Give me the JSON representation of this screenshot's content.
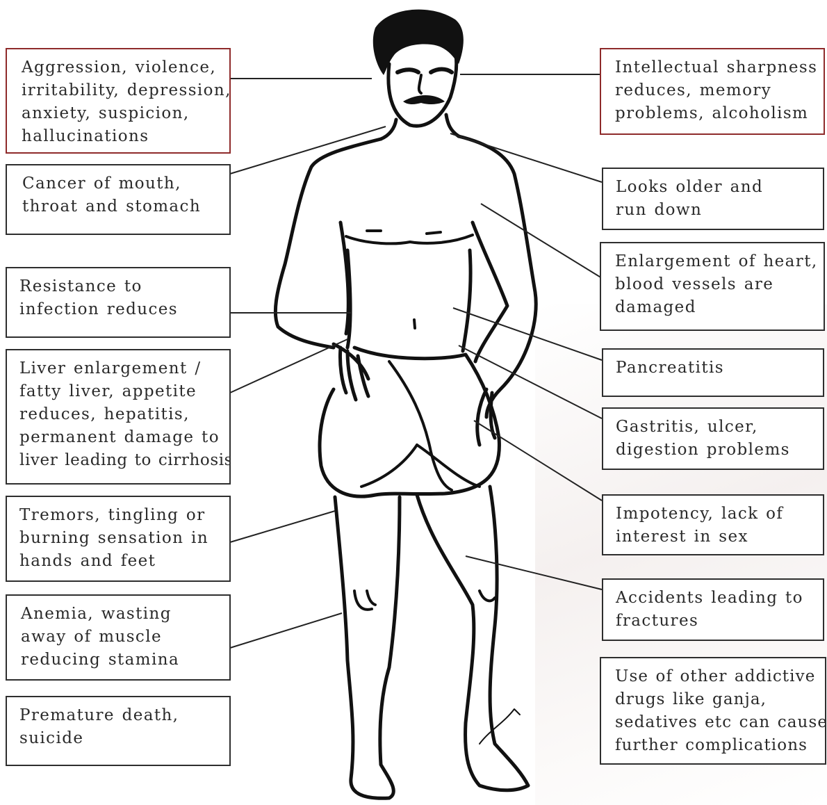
{
  "left_boxes": [
    {
      "lines": [
        "Aggression, violence,",
        "irritability, depression,",
        "anxiety, suspicion,",
        "hallucinations"
      ]
    },
    {
      "lines": [
        "Cancer of mouth,",
        "throat and stomach"
      ]
    },
    {
      "lines": [
        "Resistance to",
        "infection reduces"
      ]
    },
    {
      "lines": [
        "Liver enlargement /",
        "fatty liver, appetite",
        "reduces, hepatitis,",
        "permanent damage to",
        "liver leading to cirrhosis"
      ]
    },
    {
      "lines": [
        "Tremors, tingling or",
        "burning sensation in",
        "hands and feet"
      ]
    },
    {
      "lines": [
        "Anemia, wasting",
        "away of muscle",
        "reducing stamina"
      ]
    },
    {
      "lines": [
        "Premature death,",
        "suicide"
      ]
    }
  ],
  "right_boxes": [
    {
      "lines": [
        "Intellectual sharpness",
        "reduces, memory",
        "problems, alcoholism"
      ]
    },
    {
      "lines": [
        "Looks older and",
        "run down"
      ]
    },
    {
      "lines": [
        "Enlargement of heart,",
        "blood vessels are",
        "damaged"
      ]
    },
    {
      "lines": [
        "Pancreatitis"
      ]
    },
    {
      "lines": [
        "Gastritis, ulcer,",
        "digestion problems"
      ]
    },
    {
      "lines": [
        "Impotency, lack of",
        "interest in sex"
      ]
    },
    {
      "lines": [
        "Accidents leading to",
        "fractures"
      ]
    },
    {
      "lines": [
        "Use of other addictive",
        "drugs like ganja,",
        "sedatives etc can cause",
        "further complications"
      ]
    }
  ],
  "colors": {
    "highlight_border": "#8e2a2a",
    "border": "#2e2e2e",
    "ink": "#111111"
  }
}
